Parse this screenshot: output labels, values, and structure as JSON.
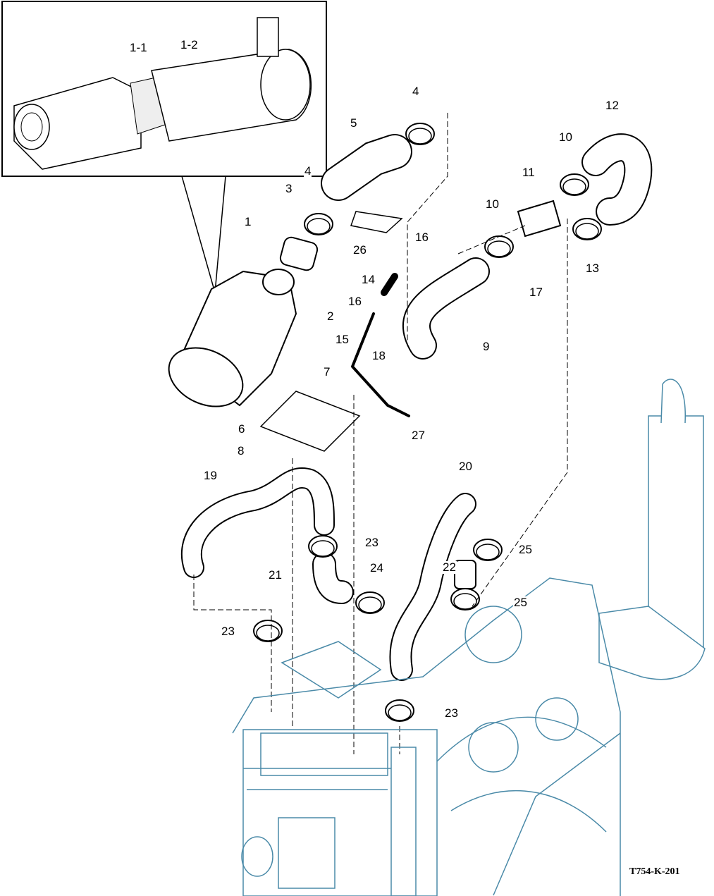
{
  "figure_code": "T754-K-201",
  "labels": [
    "1-1",
    "1-2",
    "4",
    "5",
    "12",
    "10",
    "11",
    "4",
    "3",
    "10",
    "1",
    "16",
    "26",
    "13",
    "14",
    "17",
    "16",
    "2",
    "15",
    "9",
    "18",
    "7",
    "6",
    "27",
    "8",
    "19",
    "20",
    "23",
    "25",
    "22",
    "21",
    "24",
    "25",
    "23",
    "23"
  ],
  "colors": {
    "line": "#000000",
    "engine": "#4a8aa8"
  }
}
